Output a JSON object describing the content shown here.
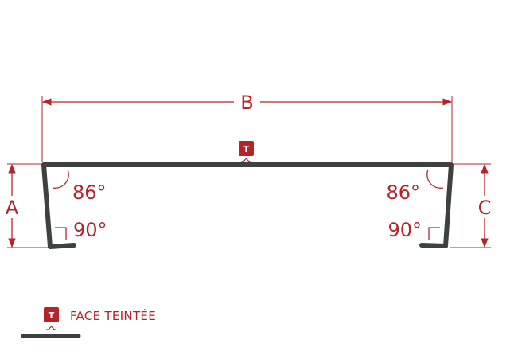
{
  "colors": {
    "profile": "#3d4240",
    "dimension": "#b3252b",
    "badge_bg": "#b3252b",
    "badge_text": "#ffffff"
  },
  "dimensions": {
    "top_width_label": "B",
    "left_height_label": "A",
    "right_height_label": "C"
  },
  "angles": {
    "left_top": "86°",
    "left_bottom": "90°",
    "right_top": "86°",
    "right_bottom": "90°"
  },
  "badge": {
    "letter": "T"
  },
  "legend": {
    "badge_letter": "T",
    "label": "FACE TEINTÉE"
  }
}
